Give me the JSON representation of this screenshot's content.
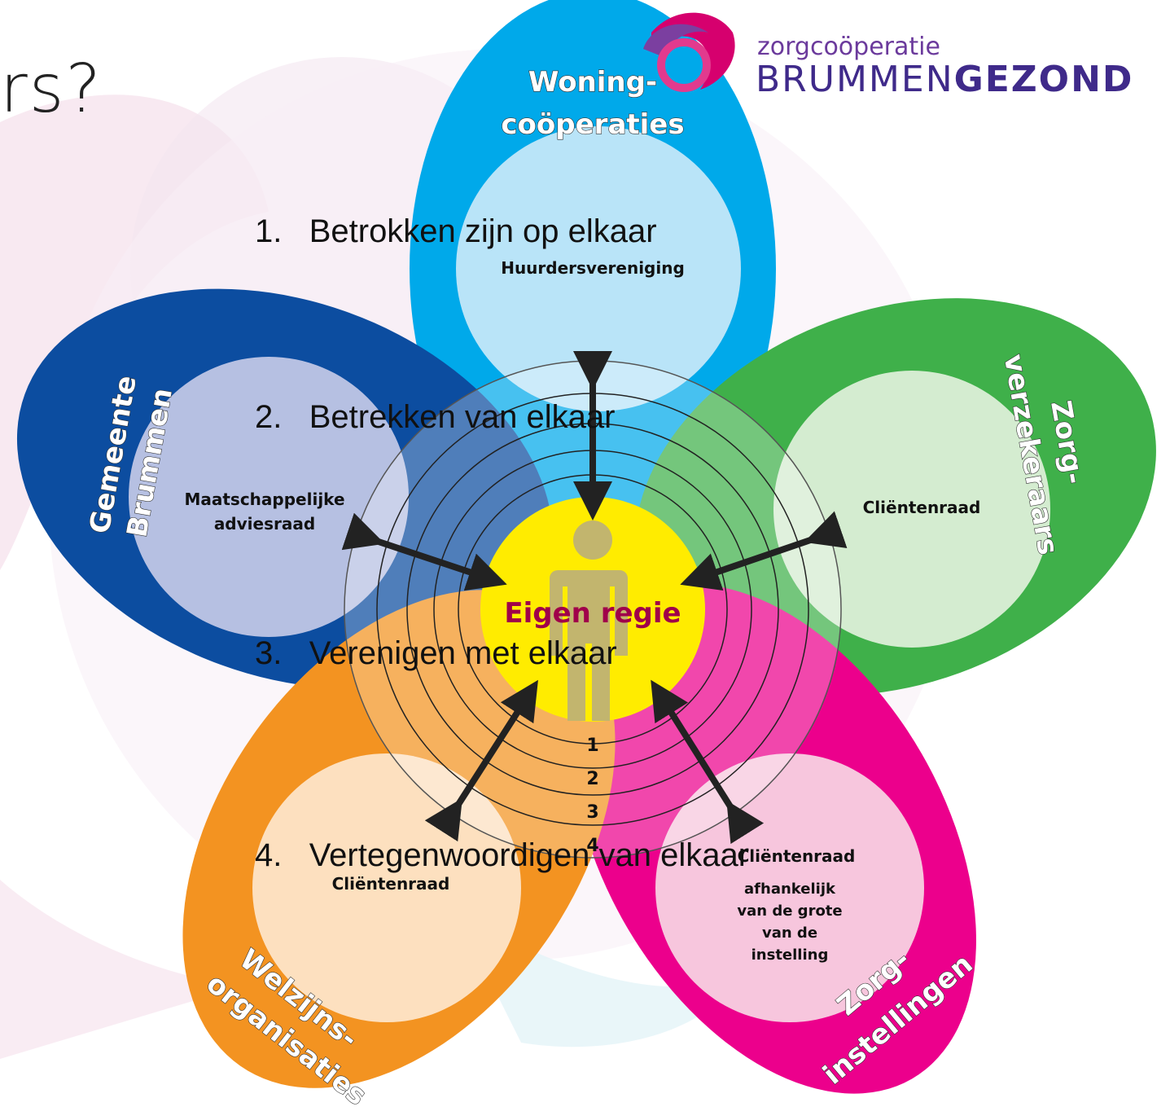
{
  "title_fragment": "rs?",
  "logo": {
    "line1": "zorgcoöperatie",
    "line2_regular": "BRUMMEN",
    "line2_bold": "GEZOND"
  },
  "petals": {
    "top": {
      "title_line1": "Woning-",
      "title_line2": "coöperaties",
      "inner": "Huurdersvereniging",
      "color": "#00a9ea"
    },
    "left": {
      "title_line1": "Gemeente",
      "title_line2": "Brummen",
      "inner_line1": "Maatschappelijke",
      "inner_line2": "adviesraad",
      "color": "#0c4da0"
    },
    "right": {
      "title_line1": "Zorg-",
      "title_line2": "verzekeraars",
      "inner": "Cliëntenraad",
      "color": "#3fb04a"
    },
    "bottom_left": {
      "title_line1": "Welzijns-",
      "title_line2": "organisaties",
      "inner": "Cliëntenraad",
      "color": "#f39321"
    },
    "bottom_right": {
      "title_line1": "Zorg-",
      "title_line2": "instellingen",
      "inner": "Cliëntenraad",
      "inner_note": [
        "afhankelijk",
        "van de grote",
        "van de",
        "instelling"
      ],
      "color": "#ec008c"
    }
  },
  "center": {
    "label": "Eigen regie",
    "color": "#ffec00"
  },
  "ring_numbers": [
    "1",
    "2",
    "3",
    "4"
  ],
  "steps": [
    {
      "num": "1.",
      "text": "Betrokken zijn op elkaar"
    },
    {
      "num": "2.",
      "text": "Betrekken van elkaar"
    },
    {
      "num": "3.",
      "text": "Verenigen met elkaar"
    },
    {
      "num": "4.",
      "text": "Vertegenwoordigen van elkaar"
    }
  ]
}
